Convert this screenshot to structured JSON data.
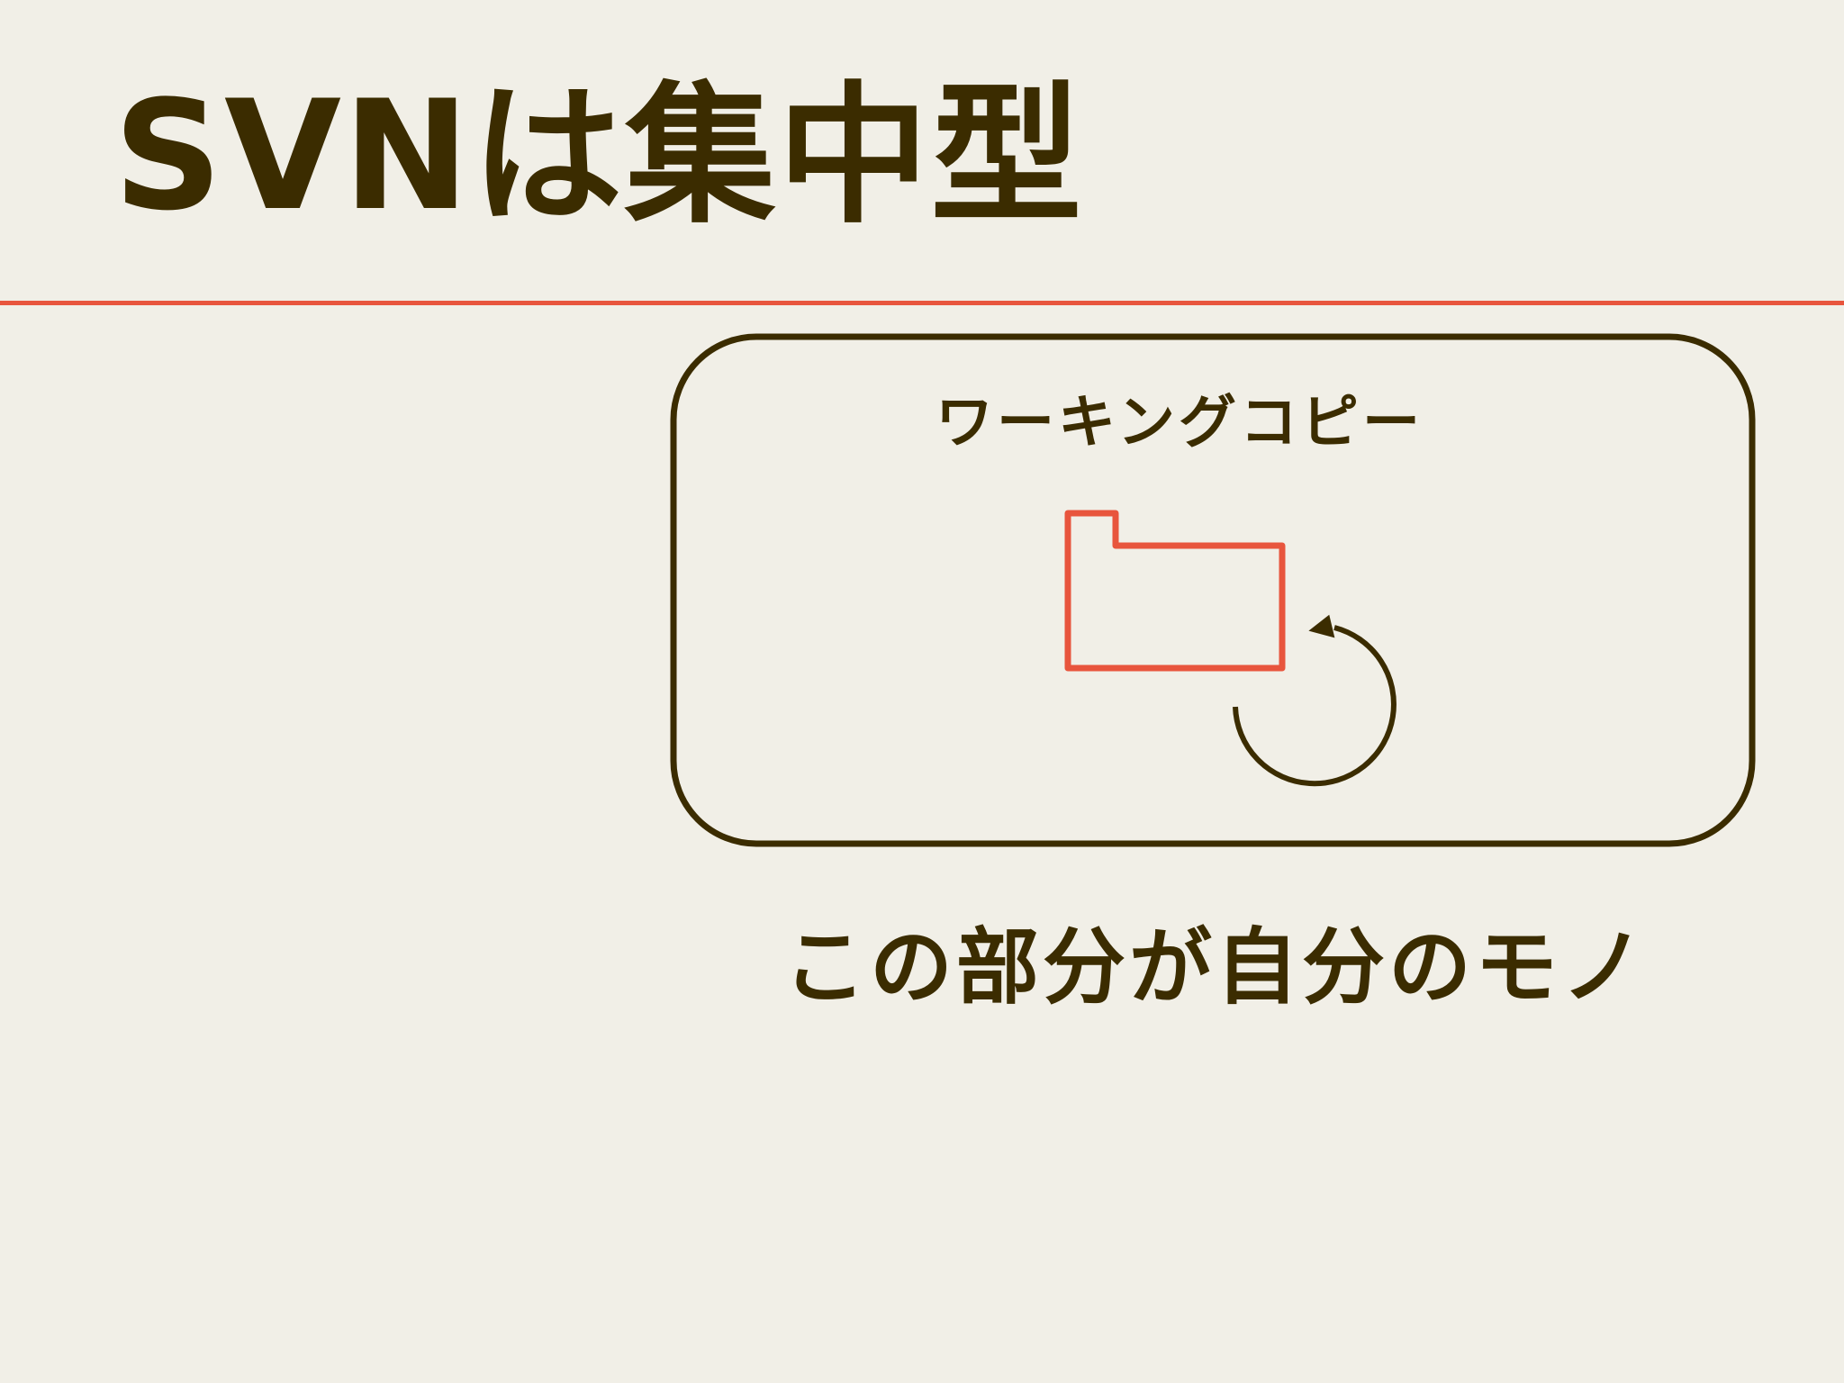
{
  "slide": {
    "title": "SVNは集中型",
    "box_label": "ワーキングコピー",
    "caption": "この部分が自分のモノ"
  },
  "icons": {
    "folder": "folder-icon",
    "cycle_arrow": "circular-arrow-icon"
  },
  "colors": {
    "background": "#f1efe7",
    "text": "#3b2c00",
    "accent": "#e8553d",
    "box_stroke": "#3b2c00"
  }
}
